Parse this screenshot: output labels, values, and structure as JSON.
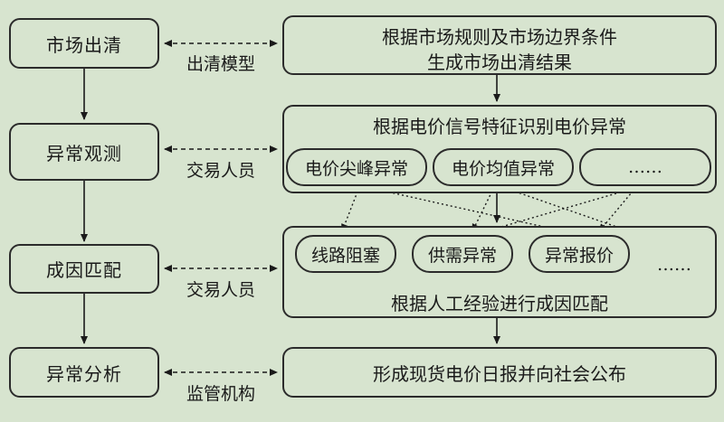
{
  "stages": [
    {
      "id": "clearing",
      "label": "市场出清"
    },
    {
      "id": "anomaly-observation",
      "label": "异常观测"
    },
    {
      "id": "cause-matching",
      "label": "成因匹配"
    },
    {
      "id": "anomaly-analysis",
      "label": "异常分析"
    }
  ],
  "links": [
    {
      "label": "出清模型"
    },
    {
      "label": "交易人员"
    },
    {
      "label": "交易人员"
    },
    {
      "label": "监管机构"
    }
  ],
  "box1": {
    "line1": "根据市场规则及市场边界条件",
    "line2": "生成市场出清结果"
  },
  "box2": {
    "title": "根据电价信号特征识别电价异常",
    "items": [
      "电价尖峰异常",
      "电价均值异常",
      "……"
    ]
  },
  "box3": {
    "items": [
      "线路阻塞",
      "供需异常",
      "异常报价",
      "……"
    ],
    "caption": "根据人工经验进行成因匹配"
  },
  "box4": {
    "text": "形成现货电价日报并向社会公布"
  }
}
